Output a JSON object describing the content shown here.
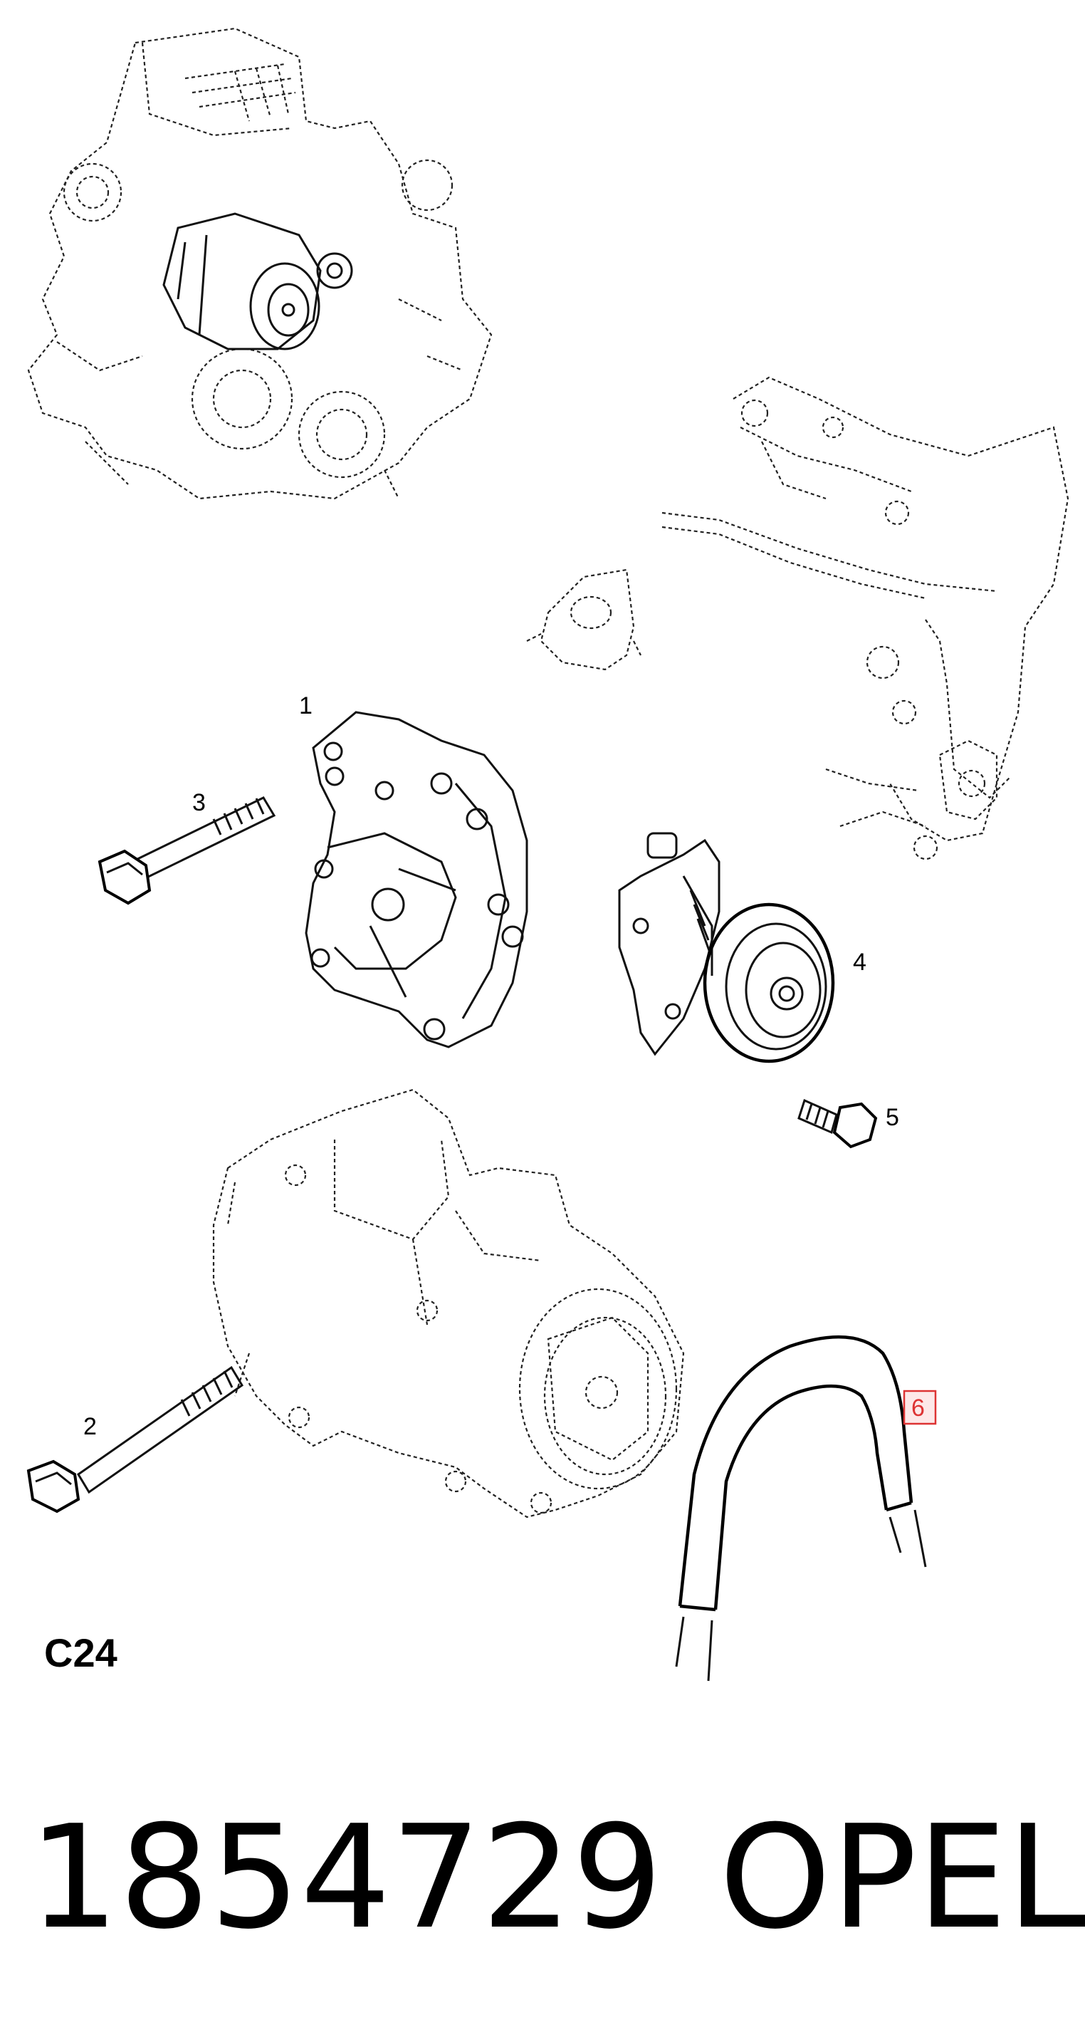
{
  "parts": [
    {
      "number": "1"
    },
    {
      "number": "2"
    },
    {
      "number": "3"
    },
    {
      "number": "4"
    },
    {
      "number": "5"
    },
    {
      "number": "6",
      "highlighted": true
    }
  ],
  "engine_code": "C24",
  "part_number": "1854729",
  "brand": "OPEL",
  "highlight_color": "#dd3333"
}
